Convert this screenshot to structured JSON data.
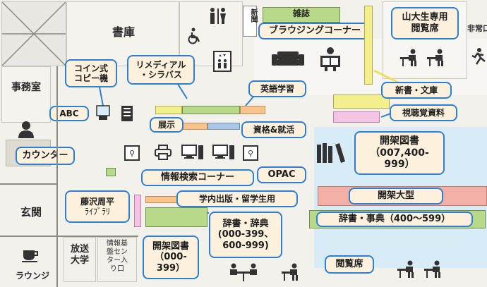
{
  "rooms": {
    "stacks": "書庫",
    "office": "事務室",
    "entrance": "玄関",
    "reading_room_top_line1": "山大生専用",
    "reading_room_top_line2": "閲覧席",
    "emergency_exit": "非常口",
    "newspapers": "新聞",
    "magazines": "雑誌",
    "lounge": "ラウンジ",
    "broadcast_univ_line1": "放送",
    "broadcast_univ_line2": "大学",
    "info_center_line1": "情報基",
    "info_center_line2": "盤セン",
    "info_center_line3": "ター入",
    "info_center_line4": "り口"
  },
  "labels": {
    "browsing_corner": "ブラウジングコーナー",
    "coin_copy_line1": "コイン式",
    "coin_copy_line2": "コピー機",
    "remedial_line1": "リメディアル",
    "remedial_line2": "・シラバス",
    "english_learning": "英語学習",
    "new_books": "新書・文庫",
    "av_materials": "視聴覚資料",
    "abc": "ABC",
    "exhibition": "展示",
    "qualifications": "資格&就活",
    "counter": "カウンター",
    "open_shelves_1_line1": "開架図書",
    "open_shelves_1_line2": "（007,400-",
    "open_shelves_1_line3": "999）",
    "info_search": "情報検索コーナー",
    "opac": "OPAC",
    "oversize": "開架大型",
    "fujisawa_line1": "藤沢周平",
    "fujisawa_line2": "ﾗｲﾌﾞﾗﾘ",
    "campus_pub": "学内出版・留学生用",
    "dictionaries_400": "辞書・事典（400〜599）",
    "dictionaries_line1": "辞書・辞典",
    "dictionaries_line2": "(000-399、",
    "dictionaries_line3": "600-999)",
    "open_shelves_2_line1": "開架図書",
    "open_shelves_2_line2": "（000-",
    "open_shelves_2_line3": "399）",
    "reading_seats": "閲覧席"
  },
  "icons": [
    "restroom-icon",
    "wheelchair-icon",
    "elevator-icon",
    "sofa-icon",
    "newspaper-reader-icon",
    "study-desk-icon",
    "emergency-exit-icon",
    "copier-icon",
    "printer-icon",
    "computer-icon",
    "search-terminal-icon",
    "books-icon",
    "staff-icon",
    "lounge-cup-icon"
  ],
  "colors": {
    "bubble_border": "#2f7fd0",
    "bubble_fill": "#fdf0dc",
    "shelf_green": "#b9d98a",
    "shelf_yellow": "#f2ef8e",
    "shelf_pink": "#f3c4e3",
    "shelf_orange": "#f7c48f",
    "shelf_blue": "#a9c7e3",
    "shelf_salmon": "#f2b0a6",
    "open_area_blue": "#d8ecf7"
  }
}
